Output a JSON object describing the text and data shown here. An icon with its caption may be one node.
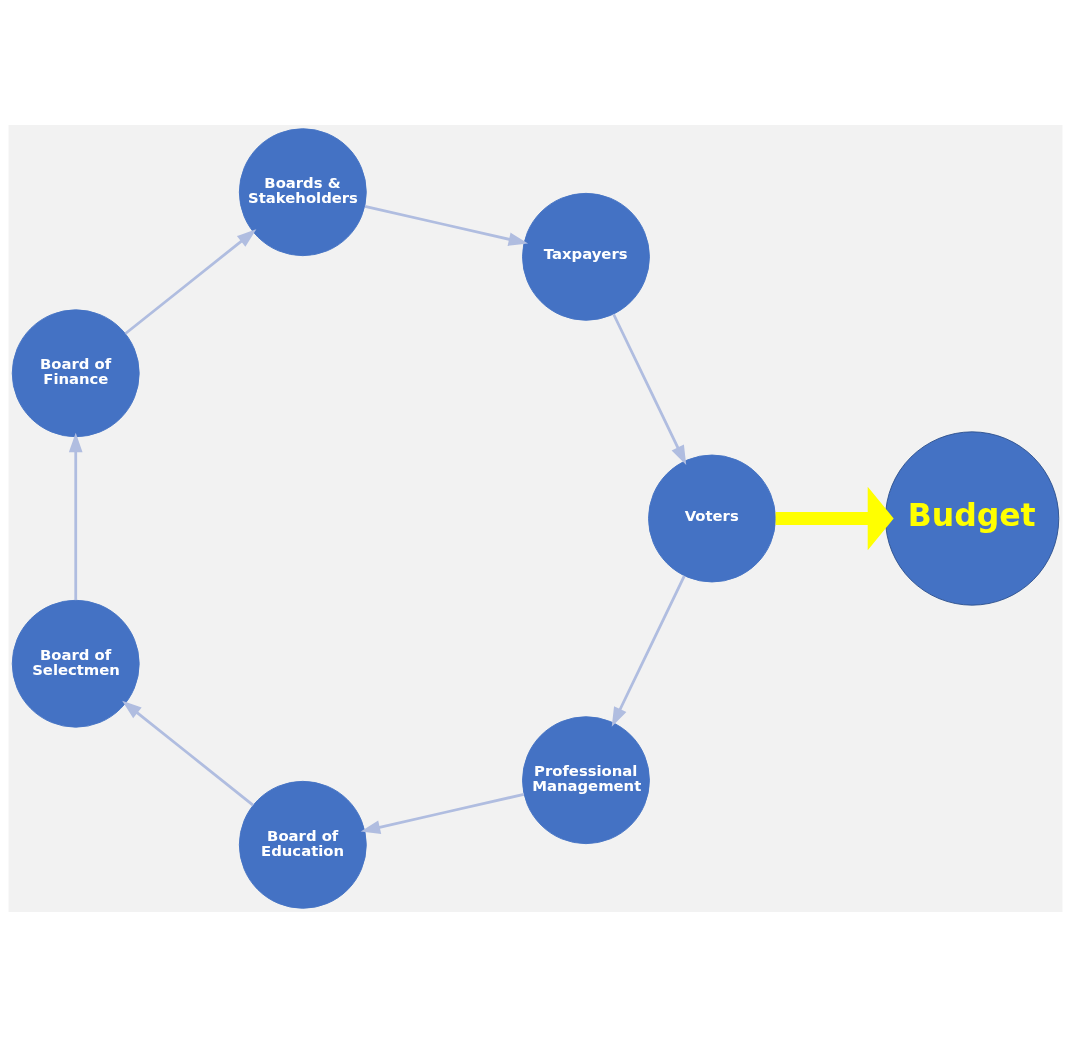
{
  "diagram": {
    "nodes": [
      {
        "text": [
          "Voters"
        ]
      },
      {
        "text": [
          "Professional Management"
        ]
      },
      {
        "text": [
          "Board of Education"
        ]
      },
      {
        "text": [
          "Board of Selectmen"
        ]
      },
      {
        "text": [
          "Board of Finance"
        ]
      },
      {
        "text": [
          "Boards & Stakeholders"
        ]
      },
      {
        "text": [
          "Taxpayers"
        ]
      },
      {
        "text": [
          "Budget"
        ]
      }
    ],
    "edges": [
      {
        "from": 0,
        "to": 1,
        "arrow": "to"
      },
      {
        "from": 1,
        "to": 2,
        "arrow": "to"
      },
      {
        "from": 2,
        "to": 3,
        "arrow": "to"
      },
      {
        "from": 3,
        "to": 4,
        "arrow": "to"
      },
      {
        "from": 4,
        "to": 5,
        "arrow": "to"
      },
      {
        "from": 5,
        "to": 6,
        "arrow": "to"
      },
      {
        "from": 6,
        "to": 0,
        "arrow": "to"
      },
      {
        "from": 0,
        "to": 7,
        "arrow": "to",
        "style": "thick",
        "color": "#ffff00"
      }
    ]
  }
}
